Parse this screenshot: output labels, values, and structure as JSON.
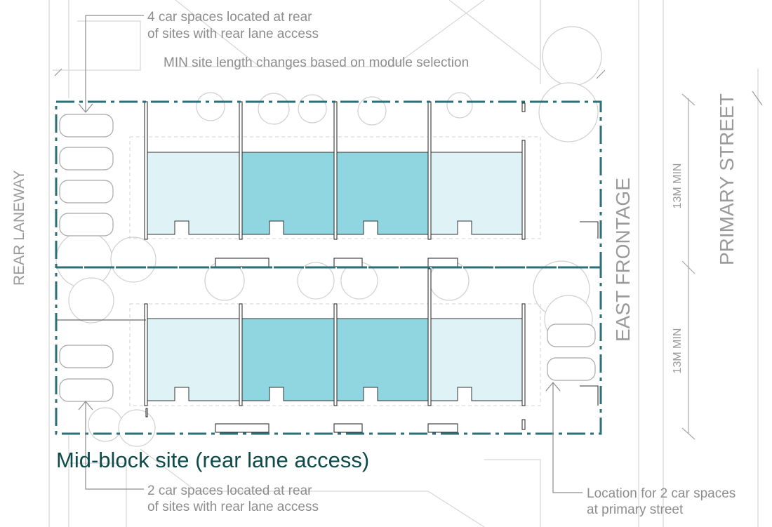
{
  "title": "Mid-block site (rear lane access)",
  "annotations": {
    "top_note": [
      "4 car spaces located at rear",
      "of sites with rear lane access"
    ],
    "min_length_note": "MIN site length changes based on module selection",
    "bottom_note": [
      "2 car spaces located at rear",
      "of sites with rear lane access"
    ],
    "primary_note": [
      "Location for 2 car spaces",
      "at primary street"
    ]
  },
  "street_labels": {
    "rear": "REAR LANEWAY",
    "east": "EAST FRONTAGE",
    "primary": "PRIMARY STREET"
  },
  "dimensions": [
    "13M MIN",
    "13M MIN"
  ],
  "colors": {
    "light_module": "#dff3f7",
    "dark_module": "#8fd6e0",
    "boundary": "#2c6f76",
    "title": "#0f4a4a",
    "annotation": "#8d8d8d",
    "street_label": "#9a9a9a",
    "context_lines": "#d4d4d4"
  }
}
